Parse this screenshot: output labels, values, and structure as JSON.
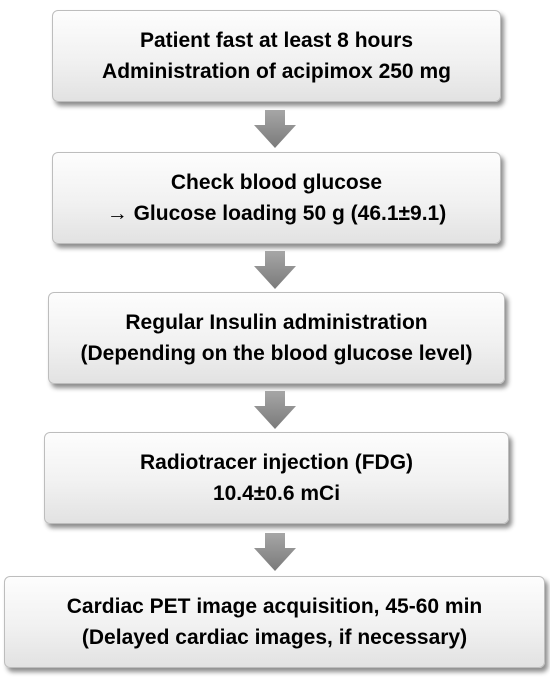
{
  "steps": [
    {
      "line1": "Patient fast at least 8 hours",
      "line2": "Administration of acipimox 250 mg"
    },
    {
      "line1": "Check blood glucose",
      "line2": "→ Glucose loading 50 g (46.1±9.1)"
    },
    {
      "line1": "Regular Insulin administration",
      "line2": "(Depending on the blood glucose level)"
    },
    {
      "line1": "Radiotracer injection (FDG)",
      "line2": "10.4±0.6 mCi"
    },
    {
      "line1": "Cardiac PET image acquisition, 45-60 min",
      "line2": "(Delayed cardiac images, if necessary)"
    }
  ],
  "style": {
    "arrow_color": "#8c8c8c",
    "box_border_color": "#bdbdbd",
    "text_color": "#000000"
  },
  "icons": {
    "connector": "down-arrow-icon"
  }
}
